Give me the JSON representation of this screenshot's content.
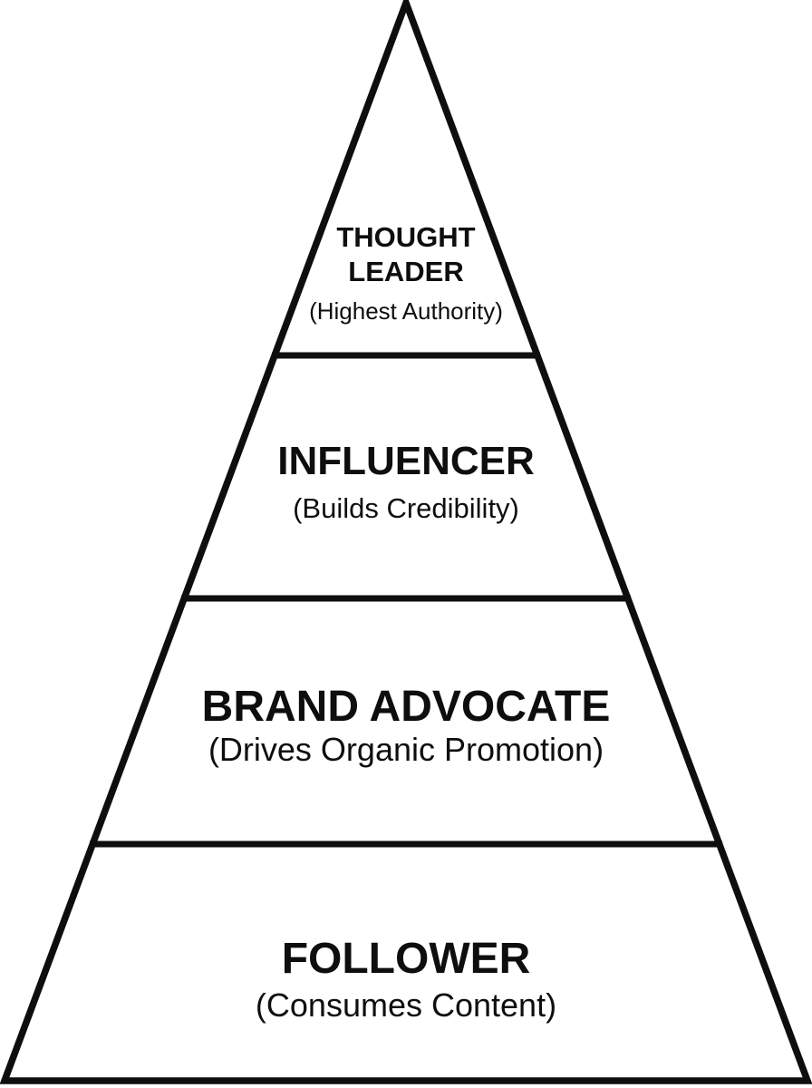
{
  "diagram": {
    "type": "pyramid",
    "tier_count": 4,
    "tiers": [
      {
        "rank": 1,
        "label_lines": [
          "THOUGHT",
          "LEADER"
        ],
        "sublabel": "(Highest Authority)"
      },
      {
        "rank": 2,
        "label_lines": [
          "INFLUENCER"
        ],
        "sublabel": "(Builds Credibility)"
      },
      {
        "rank": 3,
        "label_lines": [
          "BRAND ADVOCATE"
        ],
        "sublabel": "(Drives Organic Promotion)"
      },
      {
        "rank": 4,
        "label_lines": [
          "FOLLOWER"
        ],
        "sublabel": "(Consumes Content)"
      }
    ]
  },
  "colors": {
    "line": "#0e0e0e",
    "text": "#0e0e0e",
    "background": "#ffffff"
  }
}
